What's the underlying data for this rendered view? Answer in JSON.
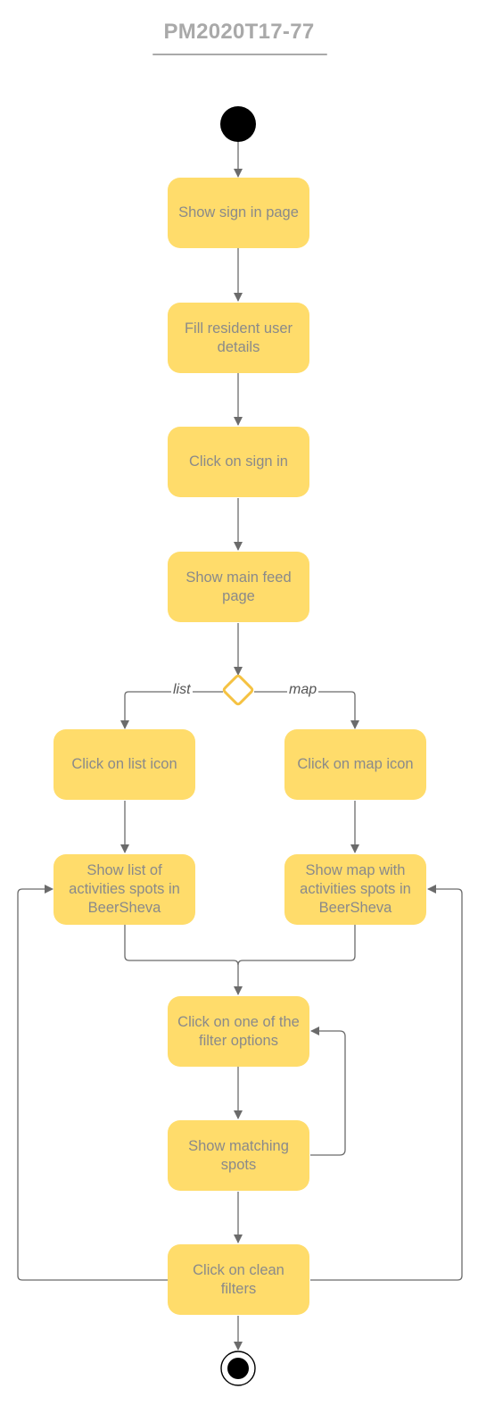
{
  "title": "PM2020T17-77",
  "nodes": {
    "show_sign_in": "Show sign in page",
    "fill_details": "Fill resident user details",
    "click_sign_in": "Click on sign in",
    "show_main_feed": "Show main feed page",
    "click_list_icon": "Click on list icon",
    "click_map_icon": "Click on map icon",
    "show_list": "Show list of activities spots in BeerSheva",
    "show_map": "Show map with activities spots in BeerSheva",
    "click_filter": "Click on one of the filter options",
    "show_matching": "Show matching spots",
    "click_clean": "Click on clean filters"
  },
  "edge_labels": {
    "list": "list",
    "map": "map"
  },
  "colors": {
    "node_fill": "#ffdc6b",
    "decision_stroke": "#f5c242",
    "line": "#6b6b6b",
    "text": "#8a8a8a"
  }
}
